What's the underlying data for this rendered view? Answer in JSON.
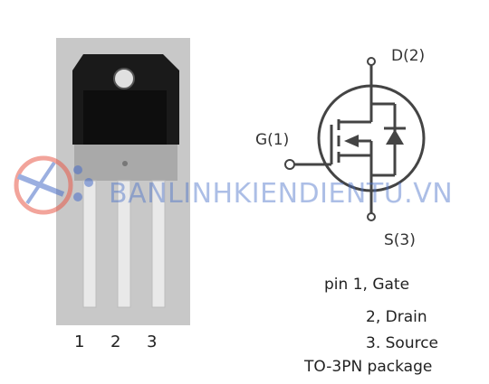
{
  "symbol": {
    "drain_label": "D(2)",
    "gate_label": "G(1)",
    "source_label": "S(3)"
  },
  "package": {
    "pin_numbers": [
      "1",
      "2",
      "3"
    ]
  },
  "legend": {
    "line1": "pin  1, Gate",
    "line2": "2, Drain",
    "line3": "3. Source",
    "line4": "TO-3PN package"
  },
  "watermark": {
    "text": "BANLINHKIENDIENTU.VN"
  },
  "colors": {
    "watermark_blue": "#4a6ec8",
    "watermark_red": "#e85a4a"
  }
}
